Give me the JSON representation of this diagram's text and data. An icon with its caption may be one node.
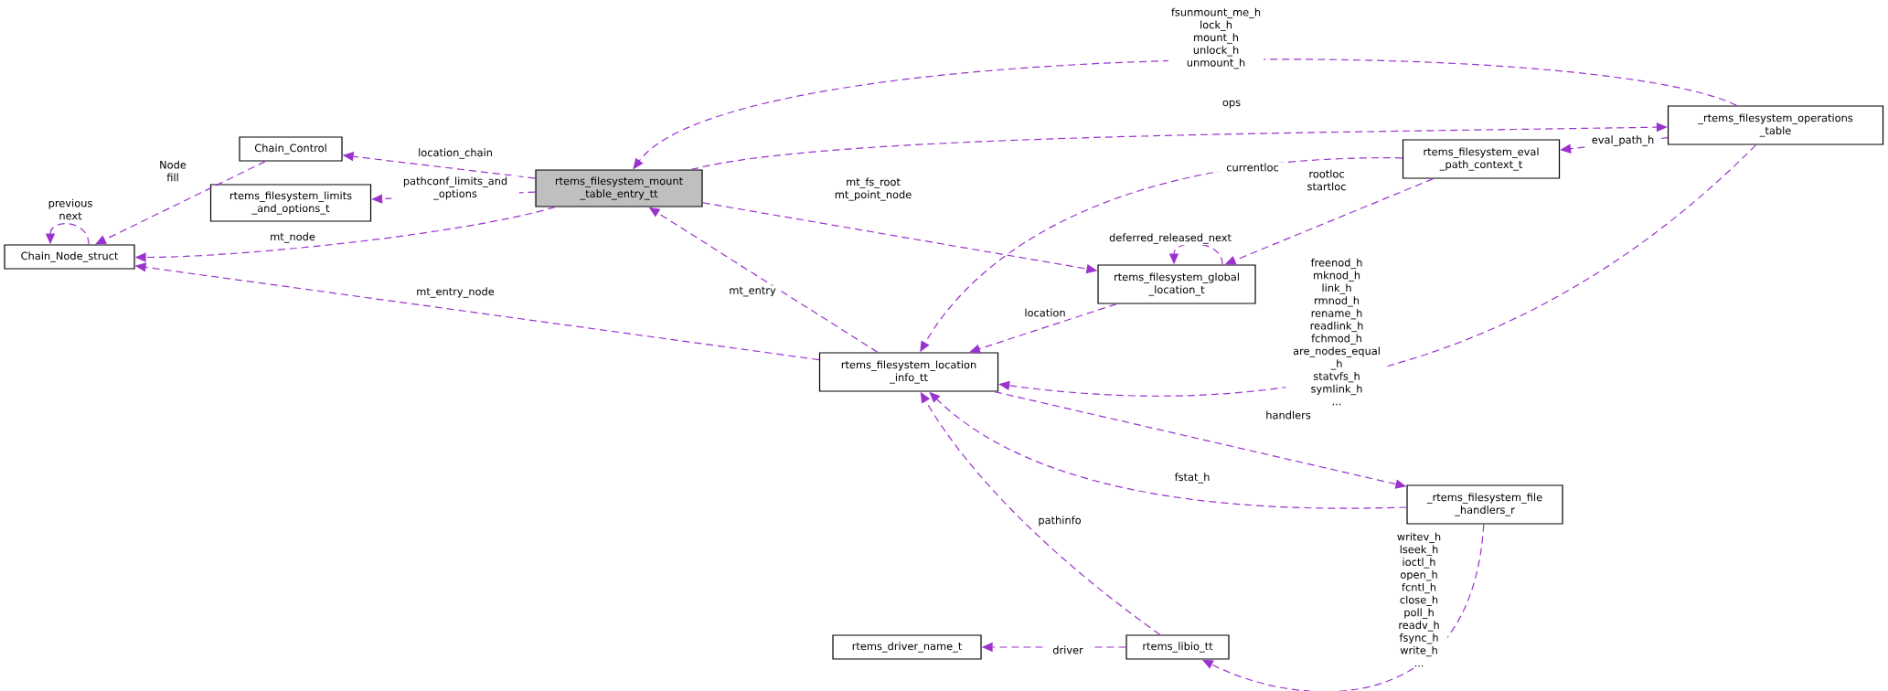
{
  "diagram": {
    "nodes": [
      {
        "text": [
          "Chain_Control"
        ]
      },
      {
        "text": [
          "rtems_filesystem_limits _and_options_t"
        ]
      },
      {
        "text": [
          "Chain_Node_struct"
        ]
      },
      {
        "text": [
          "rtems_filesystem_mount _table_entry_tt"
        ]
      },
      {
        "text": [
          "_rtems_filesystem_operations _table"
        ]
      },
      {
        "text": [
          "rtems_filesystem_eval _path_context_t"
        ]
      },
      {
        "text": [
          "rtems_filesystem_global _location_t"
        ]
      },
      {
        "text": [
          "rtems_filesystem_location _info_tt"
        ]
      },
      {
        "text": [
          "_rtems_filesystem_file _handlers_r"
        ]
      },
      {
        "text": [
          "rtems_driver_name_t"
        ]
      },
      {
        "text": [
          "rtems_libio_tt"
        ]
      }
    ],
    "edges": [
      {
        "from": 2,
        "to": 2,
        "arrow": "to",
        "label": "previous next"
      },
      {
        "from": 0,
        "to": 2,
        "arrow": "to",
        "label": "Node fill"
      },
      {
        "from": 3,
        "to": 0,
        "arrow": "to",
        "label": "location_chain"
      },
      {
        "from": 3,
        "to": 1,
        "arrow": "to",
        "label": "pathconf_limits_and _options"
      },
      {
        "from": 3,
        "to": 2,
        "arrow": "to",
        "label": "mt_node"
      },
      {
        "from": 7,
        "to": 2,
        "arrow": "to",
        "label": "mt_entry_node"
      },
      {
        "from": 4,
        "to": 3,
        "arrow": "to",
        "label": "fsunmount_me_h lock_h mount_h unlock_h unmount_h"
      },
      {
        "from": 3,
        "to": 4,
        "arrow": "to",
        "label": "ops"
      },
      {
        "from": 4,
        "to": 5,
        "arrow": "to",
        "label": "eval_path_h"
      },
      {
        "from": 3,
        "to": 6,
        "arrow": "to",
        "label": "mt_fs_root mt_point_node"
      },
      {
        "from": 7,
        "to": 3,
        "arrow": "to",
        "label": "mt_entry"
      },
      {
        "from": 5,
        "to": 7,
        "arrow": "to",
        "label": "currentloc"
      },
      {
        "from": 5,
        "to": 6,
        "arrow": "to",
        "label": "rootloc startloc"
      },
      {
        "from": 6,
        "to": 6,
        "arrow": "to",
        "label": "deferred_released_next"
      },
      {
        "from": 6,
        "to": 7,
        "arrow": "to",
        "label": "location"
      },
      {
        "from": 4,
        "to": 7,
        "arrow": "to",
        "label": "freenod_h mknod_h link_h rmnod_h rename_h readlink_h fchmod_h are_nodes_equal _h statvfs_h symlink_h ..."
      },
      {
        "from": 7,
        "to": 8,
        "arrow": "to",
        "label": "handlers"
      },
      {
        "from": 8,
        "to": 7,
        "arrow": "to",
        "label": "fstat_h"
      },
      {
        "from": 10,
        "to": 7,
        "arrow": "to",
        "label": "pathinfo"
      },
      {
        "from": 10,
        "to": 9,
        "arrow": "to",
        "label": "driver"
      },
      {
        "from": 8,
        "to": 10,
        "arrow": "to",
        "label": "writev_h lseek_h ioctl_h open_h fcntl_h close_h poll_h readv_h fsync_h write_h ..."
      }
    ]
  }
}
